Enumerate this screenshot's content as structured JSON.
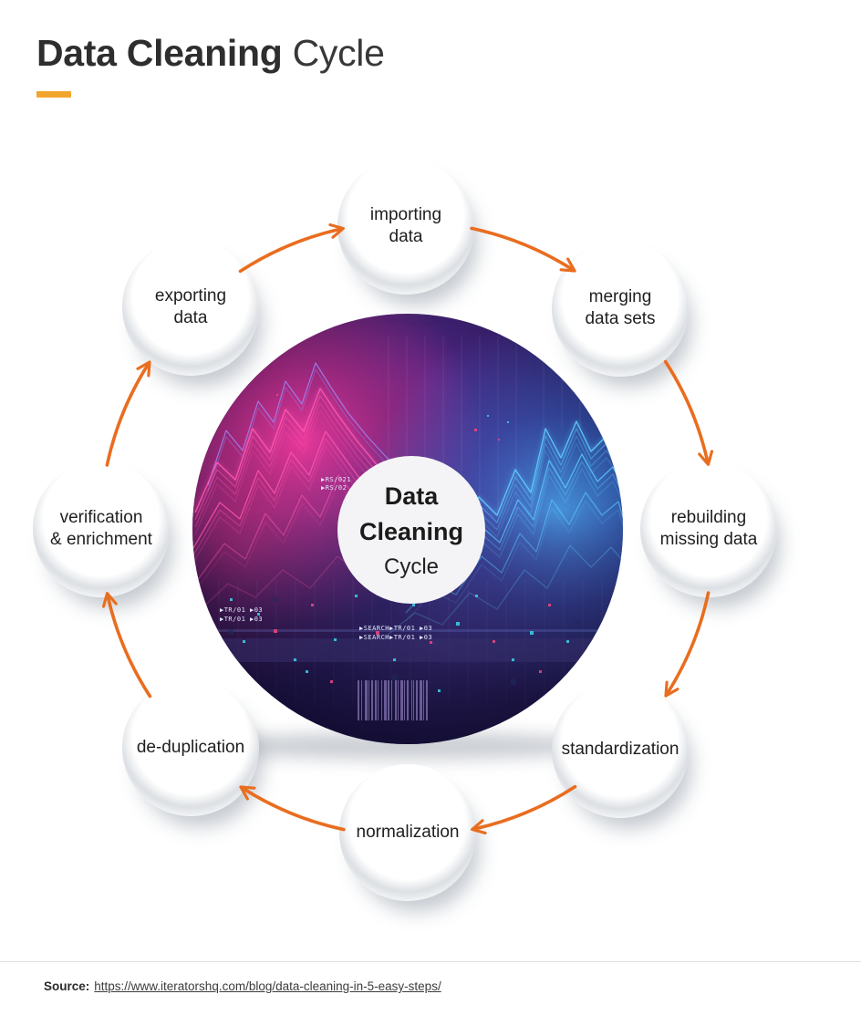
{
  "header": {
    "title_strong": "Data Cleaning",
    "title_light": "Cycle"
  },
  "center_badge": {
    "line1": "Data",
    "line2": "Cleaning",
    "line3": "Cycle"
  },
  "center_image_hud": {
    "rs_line1": "▶RS/021",
    "rs_line2": "▶RS/02",
    "tr_line1": "▶TR/01 ▶03",
    "tr_line2": "▶TR/01 ▶03",
    "search_line1": "▶SEARCH▶TR/01 ▶03",
    "search_line2": "▶SEARCH▶TR/01 ▶03"
  },
  "cycle": {
    "direction": "clockwise",
    "nodes": [
      {
        "id": "importing-data",
        "label": "importing\ndata"
      },
      {
        "id": "merging-data-sets",
        "label": "merging\ndata sets"
      },
      {
        "id": "rebuilding-missing-data",
        "label": "rebuilding\nmissing data"
      },
      {
        "id": "standardization",
        "label": "standardization"
      },
      {
        "id": "normalization",
        "label": "normalization"
      },
      {
        "id": "de-duplication",
        "label": "de-duplication"
      },
      {
        "id": "verification-enrichment",
        "label": "verification\n& enrichment"
      },
      {
        "id": "exporting-data",
        "label": "exporting\ndata"
      }
    ]
  },
  "colors": {
    "accent-dash": "#F2A52B",
    "arrow": "#E96D1F",
    "title-text": "#2E2E2E",
    "node-text": "#1F1F1F"
  },
  "footer": {
    "source_label": "Source:",
    "source_url": "https://www.iteratorshq.com/blog/data-cleaning-in-5-easy-steps/"
  }
}
